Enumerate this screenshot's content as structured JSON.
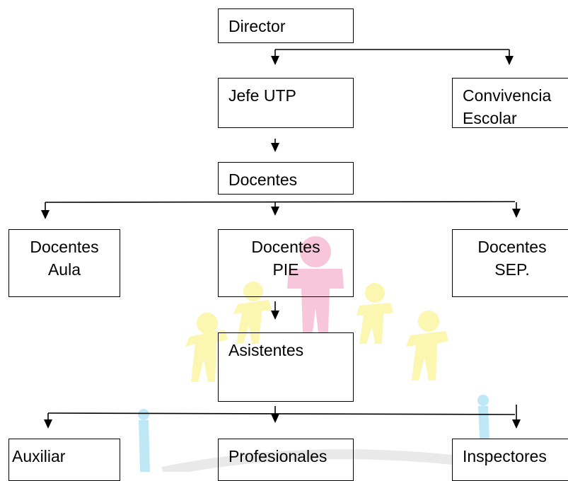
{
  "org_chart": {
    "nodes": {
      "director": {
        "lines": [
          "Director"
        ]
      },
      "jefe_utp": {
        "lines": [
          "Jefe UTP"
        ]
      },
      "convivencia": {
        "lines": [
          "Convivencia",
          "Escolar"
        ]
      },
      "docentes": {
        "lines": [
          "Docentes"
        ]
      },
      "docentes_aula": {
        "lines": [
          "Docentes",
          "Aula"
        ]
      },
      "docentes_pie": {
        "lines": [
          "Docentes",
          "PIE"
        ]
      },
      "docentes_sep": {
        "lines": [
          "Docentes",
          "SEP."
        ]
      },
      "asistentes": {
        "lines": [
          "Asistentes"
        ]
      },
      "auxiliar": {
        "lines": [
          "Auxiliar"
        ]
      },
      "profesionales": {
        "lines": [
          "Profesionales"
        ]
      },
      "inspectores": {
        "lines": [
          "Inspectores"
        ]
      }
    },
    "watermark": {
      "figure_colors": [
        "#fbf6b0",
        "#f7c6da",
        "#bfe8f6"
      ]
    }
  }
}
